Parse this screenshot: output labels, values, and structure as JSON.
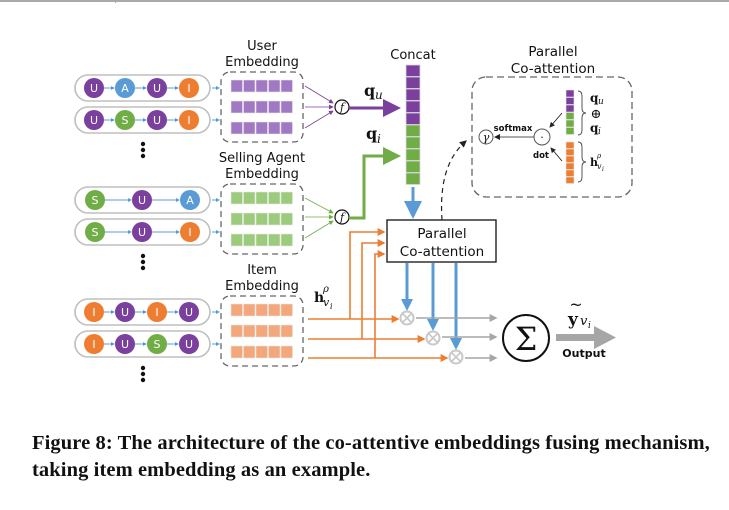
{
  "colors": {
    "user": "#7b3f9e",
    "user_emb": "#a178c4",
    "agent": "#5b9bd5",
    "selling": "#70ad47",
    "selling_emb": "#9ccb7c",
    "item": "#ed7d31",
    "item_emb": "#f4a77a",
    "flow_blue": "#5b9bd5",
    "gray_line": "#a6a6a6",
    "dash": "#555555"
  },
  "sequences": {
    "user": [
      [
        "U",
        "A",
        "U",
        "I"
      ],
      [
        "U",
        "S",
        "U",
        "I"
      ]
    ],
    "selling": [
      [
        "S",
        "U",
        "A"
      ],
      [
        "S",
        "U",
        "I"
      ]
    ],
    "item": [
      [
        "I",
        "U",
        "I",
        "U"
      ],
      [
        "I",
        "U",
        "S",
        "U"
      ]
    ]
  },
  "labels": {
    "user_embedding": [
      "User",
      "Embedding"
    ],
    "selling_embedding": [
      "Selling Agent",
      "Embedding"
    ],
    "item_embedding": [
      "Item",
      "Embedding"
    ],
    "concat": "Concat",
    "pca_title": [
      "Parallel",
      "Co-attention"
    ],
    "pca_box": [
      "Parallel",
      "Co-attention"
    ],
    "softmax": "softmax",
    "dot": "dot",
    "output": "Output",
    "fuse_fn": "f",
    "gamma": "γ",
    "dot_op": "·",
    "oplus": "⊕",
    "sigma": "Σ",
    "mult": "⊗"
  },
  "math": {
    "q_u": "q",
    "q_u_sub": "u",
    "q_i": "q",
    "q_i_sub": "i",
    "h": "h",
    "h_sup": "ρ",
    "h_sub": "v",
    "h_subsub": "i",
    "y": "y",
    "y_sub": "v",
    "y_subsub": "i",
    "tilde": "~"
  },
  "caption": "Figure 8: The architecture of the co-attentive embeddings fusing mechanism, taking item embedding as an example."
}
